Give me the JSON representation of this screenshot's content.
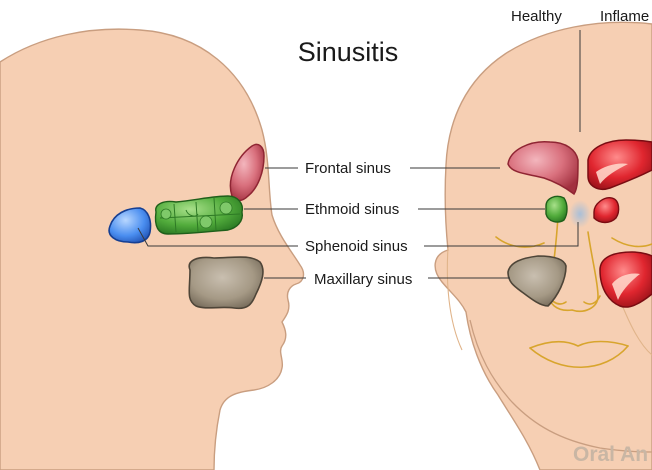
{
  "title": "Sinusitis",
  "header": {
    "healthy": "Healthy",
    "inflamed": "Inflame"
  },
  "labels": {
    "frontal": "Frontal sinus",
    "ethmoid": "Ethmoid sinus",
    "sphenoid": "Sphenoid sinus",
    "maxillary": "Maxillary sinus"
  },
  "watermark": "Oral An",
  "colors": {
    "skin": "#f6cfb3",
    "frontal": "#c94a5c",
    "ethmoid": "#4aa23a",
    "sphenoid": "#3a7fd8",
    "maxillary": "#9e9180",
    "inflamed": "#d21f2a"
  }
}
